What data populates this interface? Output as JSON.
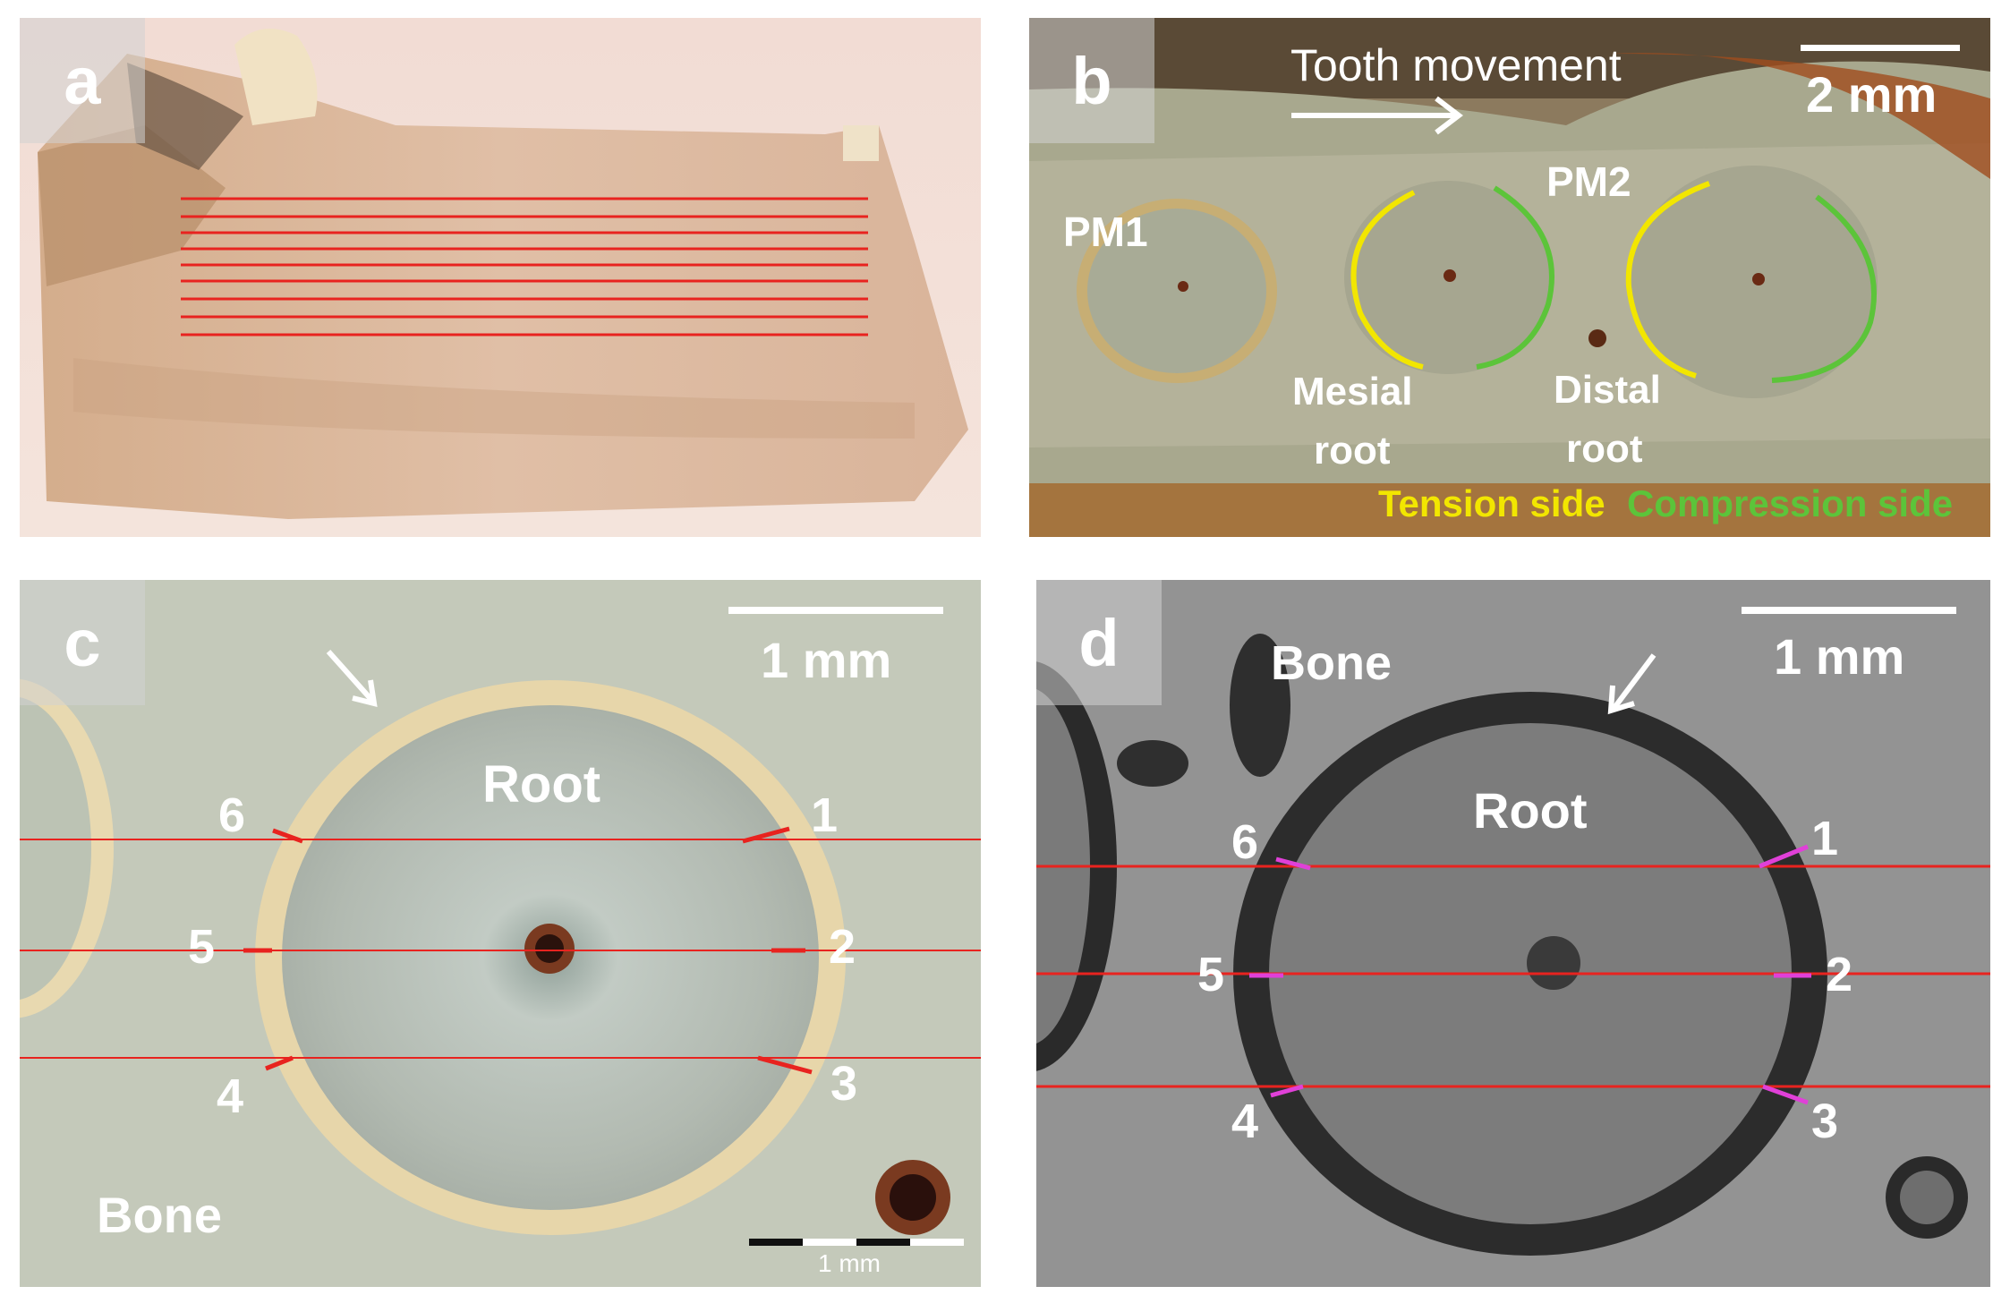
{
  "panels": {
    "a": {
      "tag": "a"
    },
    "b": {
      "tag": "b",
      "tooth_movement": "Tooth movement",
      "scale": "2 mm",
      "pm1": "PM1",
      "pm2": "PM2",
      "mesial_1": "Mesial",
      "mesial_2": "root",
      "distal_1": "Distal",
      "distal_2": "root",
      "tension": "Tension side",
      "compression": "Compression side",
      "tension_color": "#f2e600",
      "compression_color": "#5cc43a"
    },
    "c": {
      "tag": "c",
      "scale": "1 mm",
      "root": "Root",
      "bone": "Bone",
      "ruler": "1 mm",
      "n1": "1",
      "n2": "2",
      "n3": "3",
      "n4": "4",
      "n5": "5",
      "n6": "6"
    },
    "d": {
      "tag": "d",
      "scale": "1 mm",
      "bone": "Bone",
      "root": "Root",
      "n1": "1",
      "n2": "2",
      "n3": "3",
      "n4": "4",
      "n5": "5",
      "n6": "6"
    }
  },
  "colors": {
    "section_line": "#e8231f",
    "measure_pink": "#e040d8"
  }
}
